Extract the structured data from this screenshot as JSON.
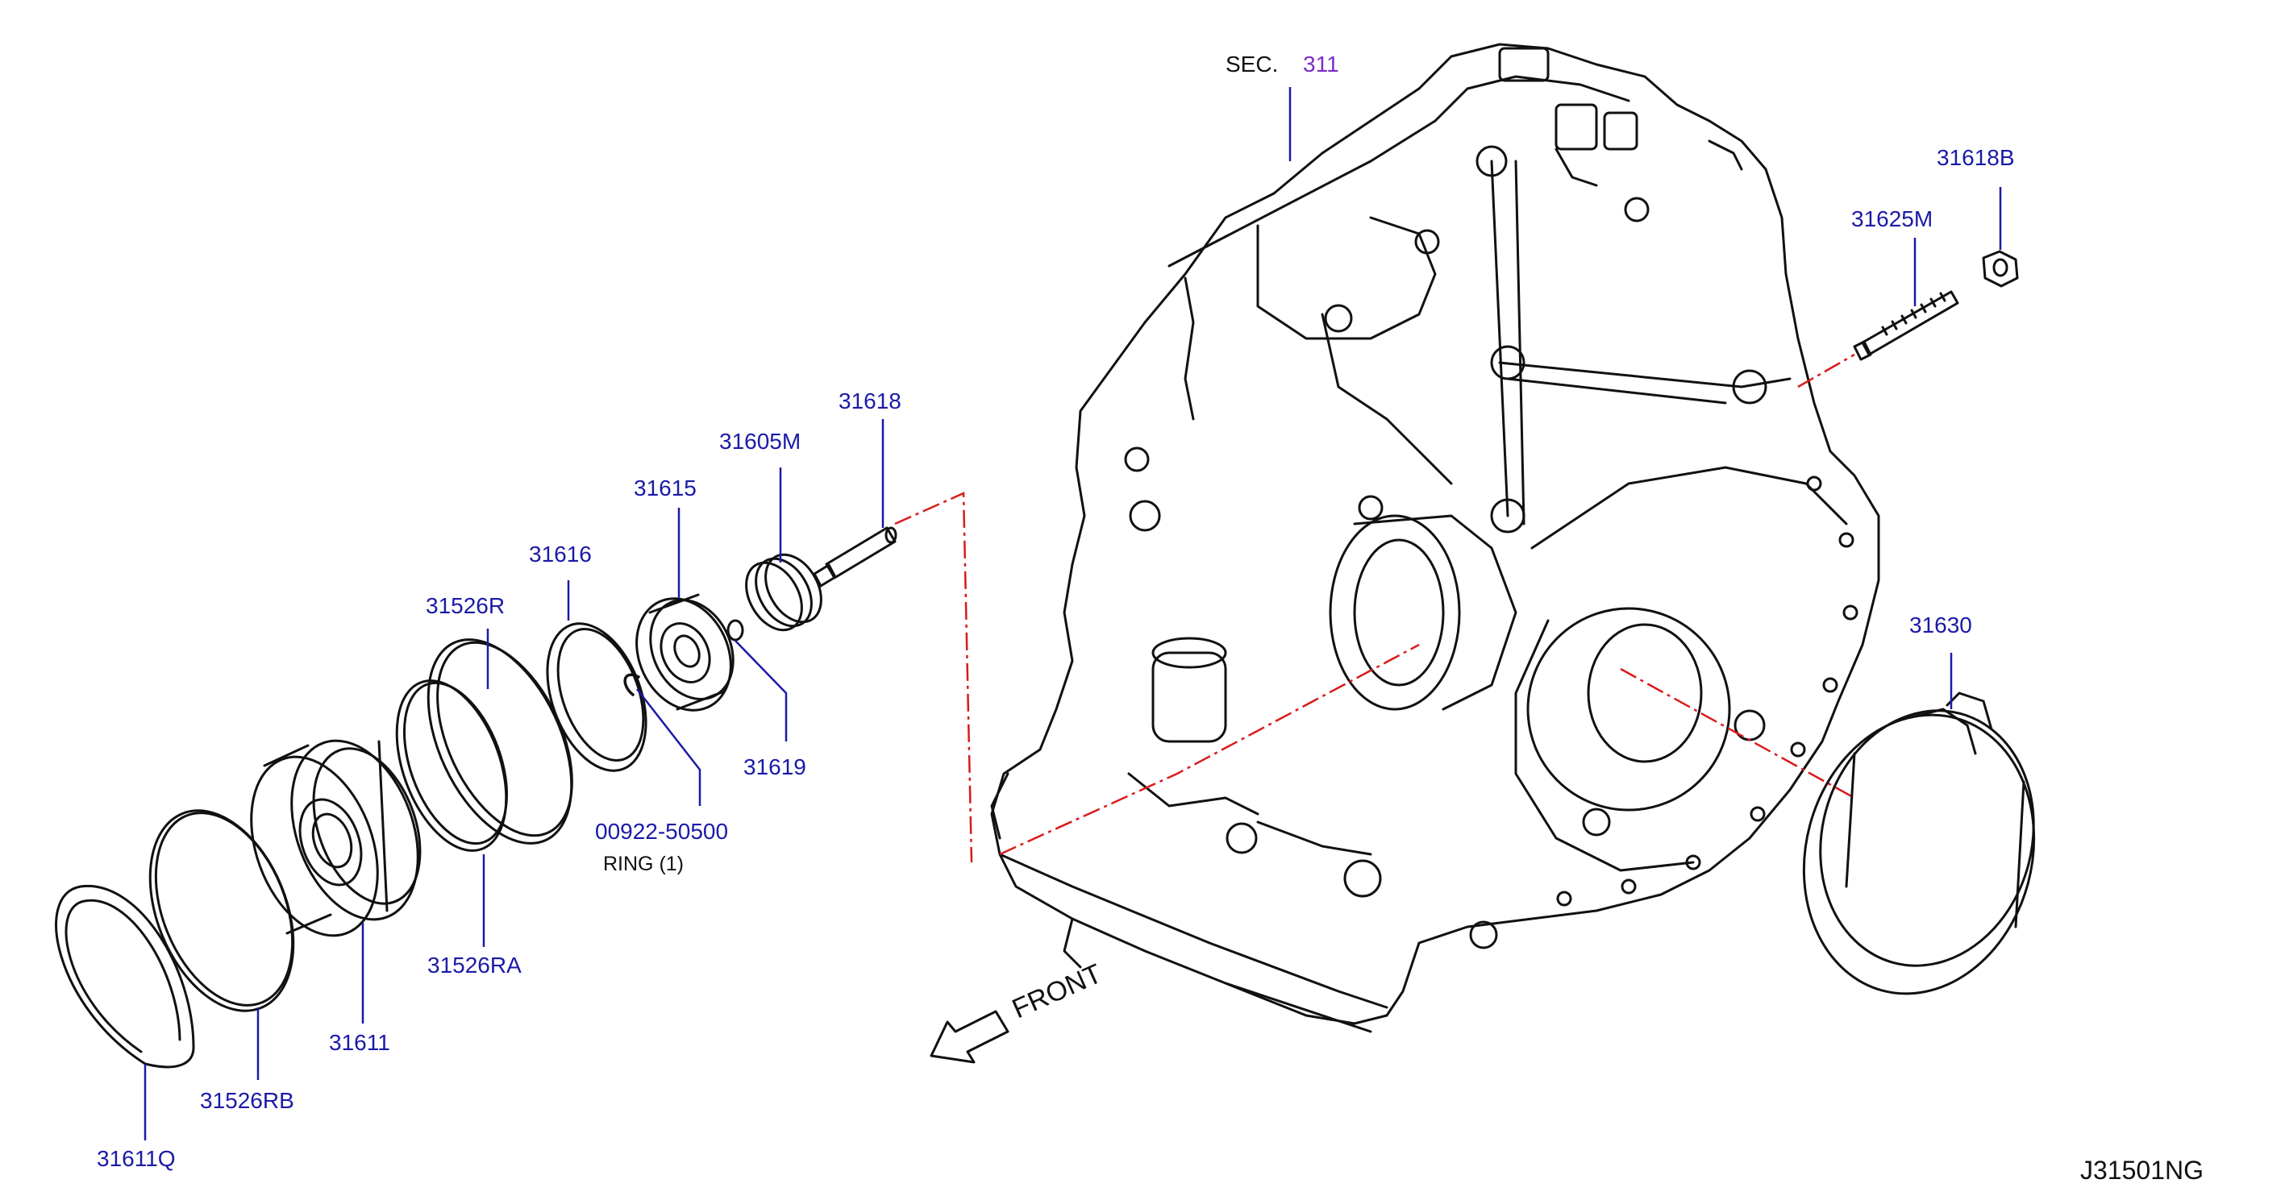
{
  "colors": {
    "part_number": "#1a1aa8",
    "text": "#111111",
    "section_ref": "#7a2cc8",
    "centerline": "#d81b1b",
    "line": "#111111"
  },
  "section": {
    "prefix": "SEC.",
    "number": "311"
  },
  "parts": {
    "p31618B": "31618B",
    "p31625M": "31625M",
    "p31618": "31618",
    "p31605M": "31605M",
    "p31615": "31615",
    "p31616": "31616",
    "p31526R": "31526R",
    "p31619": "31619",
    "p00922": "00922-50500",
    "ring_note": "RING   (1)",
    "p31630": "31630",
    "p31526RA": "31526RA",
    "p31611": "31611",
    "p31526RB": "31526RB",
    "p31611Q": "31611Q"
  },
  "front": {
    "label": "FRONT"
  },
  "diagram_code": "J31501NG"
}
